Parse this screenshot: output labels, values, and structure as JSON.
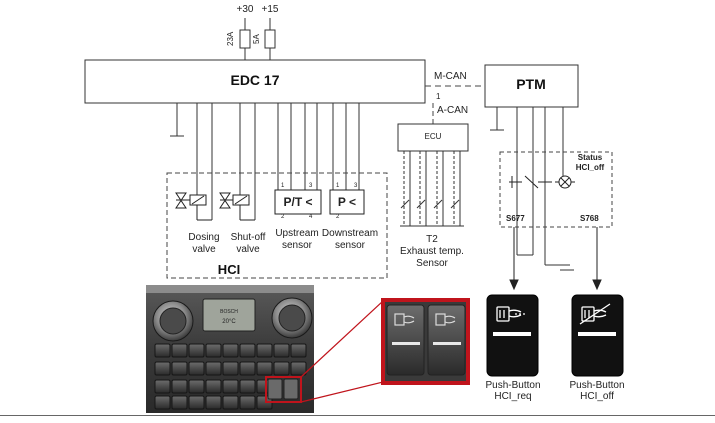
{
  "supply": {
    "plus30": "+30",
    "plus15": "+15",
    "fuse1": "23A",
    "fuse2": "5A"
  },
  "blocks": {
    "edc": "EDC 17",
    "ptm": "PTM",
    "ecu": "ECU"
  },
  "bus": {
    "mcan": "M-CAN",
    "acan": "A-CAN",
    "acan_num": "1"
  },
  "hci": {
    "title": "HCI",
    "dosing": [
      "Dosing",
      "valve"
    ],
    "shutoff": [
      "Shut-off",
      "valve"
    ],
    "upstream_box": "P/T <",
    "upstream": [
      "Upstream",
      "sensor"
    ],
    "downstream_box": "P <",
    "downstream": [
      "Downstream",
      "sensor"
    ],
    "pins_up": [
      "1",
      "2",
      "3",
      "4"
    ],
    "pins_down": [
      "1",
      "2",
      "3"
    ]
  },
  "t2": [
    "T2",
    "Exhaust temp.",
    "Sensor"
  ],
  "switch_panel": {
    "status": [
      "Status",
      "HCI_off"
    ],
    "s677": "S677",
    "s768": "S768"
  },
  "buttons": {
    "req": [
      "Push-Button",
      "HCI_req"
    ],
    "off": [
      "Push-Button",
      "HCI_off"
    ]
  },
  "panel_display": {
    "line1": "BOSCH",
    "line2": "20°C"
  },
  "colors": {
    "highlight": "#c0141c",
    "button_body": "#111111",
    "dash": "#444444"
  }
}
